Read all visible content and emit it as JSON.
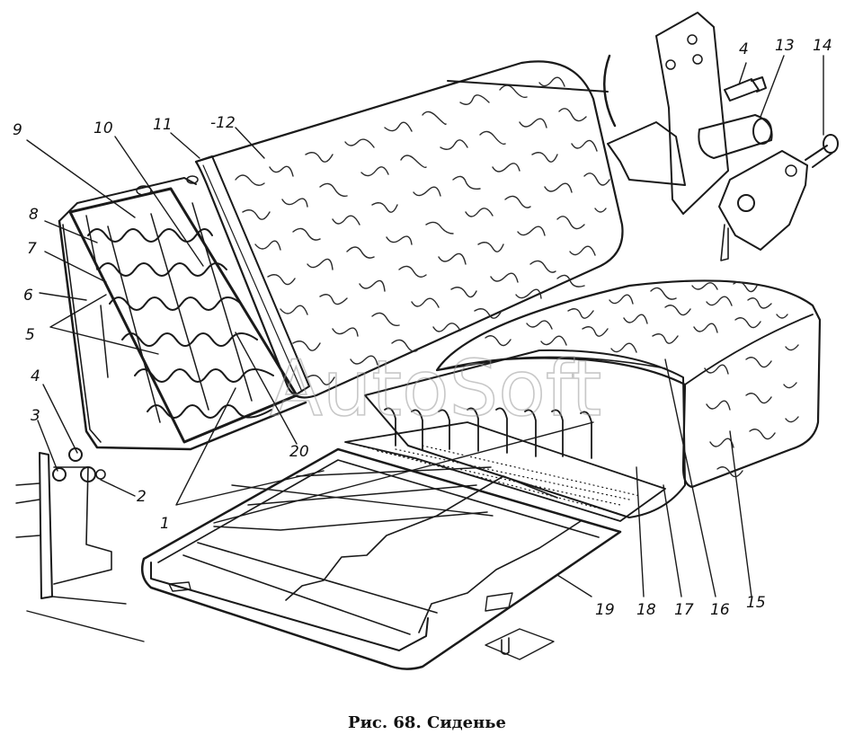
{
  "figure": {
    "caption": "Рис. 68. Сиденье",
    "watermark": "AutoSoft",
    "callouts": [
      "1",
      "2",
      "3",
      "4",
      "4",
      "5",
      "6",
      "7",
      "8",
      "9",
      "10",
      "11",
      "-12",
      "13",
      "14",
      "15",
      "16",
      "17",
      "18",
      "19",
      "20"
    ]
  },
  "colors": {
    "ink": "#1a1a1a",
    "texture": "#2b2b2b",
    "stipple": "#6b6b6b",
    "background": "#ffffff"
  }
}
